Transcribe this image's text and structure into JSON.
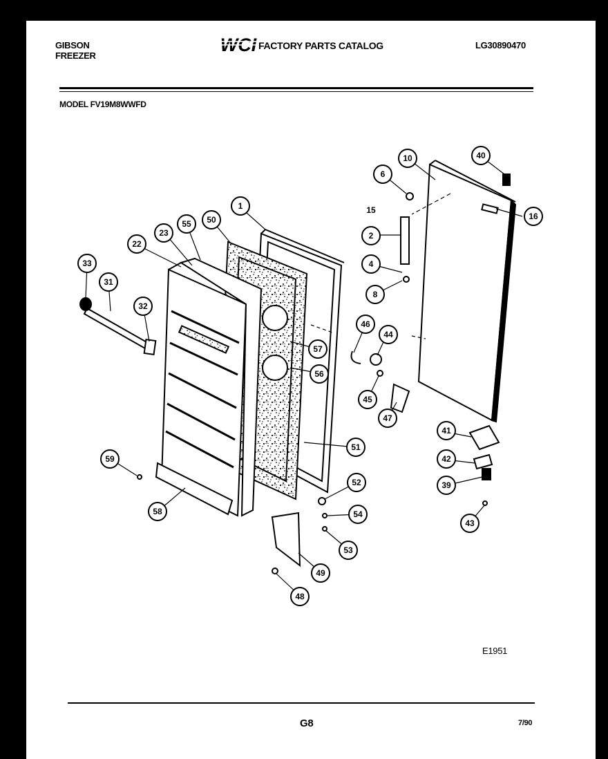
{
  "header": {
    "brand_line1": "GIBSON",
    "brand_line2": "FREEZER",
    "logo_text": "WCI",
    "catalog_title": "FACTORY PARTS CATALOG",
    "catalog_number": "LG30890470",
    "model": "MODEL FV19M8WWFD"
  },
  "footer": {
    "drawing_code": "E1951",
    "page_number": "G8",
    "date": "7/90"
  },
  "callouts": [
    "1",
    "2",
    "4",
    "6",
    "8",
    "10",
    "15",
    "16",
    "22",
    "23",
    "31",
    "32",
    "33",
    "39",
    "40",
    "41",
    "42",
    "43",
    "44",
    "45",
    "46",
    "47",
    "48",
    "49",
    "50",
    "51",
    "52",
    "53",
    "54",
    "55",
    "56",
    "57",
    "58",
    "59"
  ]
}
